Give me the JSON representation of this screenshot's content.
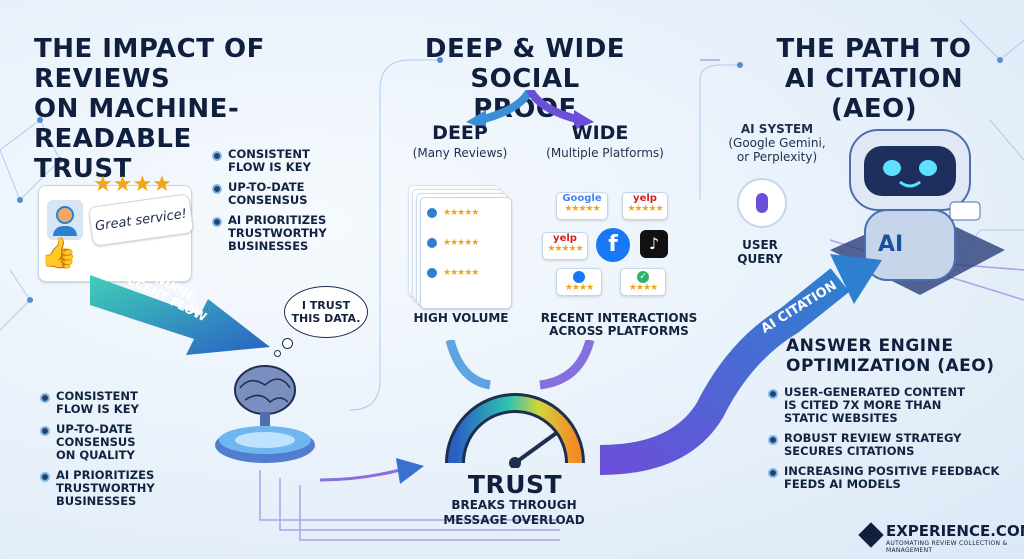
{
  "left": {
    "title_line1": "THE IMPACT OF REVIEWS",
    "title_line2": "ON MACHINE-READABLE",
    "title_line3": "TRUST",
    "review_bubble": "Great service!",
    "arrow_label_line1": "GENUINE,",
    "arrow_label_line2": "RECENT FLOW",
    "thought_line1": "I TRUST",
    "thought_line2": "THIS DATA.",
    "bullets_top": [
      {
        "l1": "CONSISTENT",
        "l2": "FLOW IS KEY",
        "l3": ""
      },
      {
        "l1": "UP-TO-DATE",
        "l2": "CONSENSUS",
        "l3": ""
      },
      {
        "l1": "AI PRIORITIZES",
        "l2": "TRUSTWORTHY",
        "l3": "BUSINESSES"
      }
    ],
    "bullets_bottom": [
      {
        "l1": "CONSISTENT",
        "l2": "FLOW IS KEY",
        "l3": ""
      },
      {
        "l1": "UP-TO-DATE",
        "l2": "CONSENSUS",
        "l3": "ON QUALITY"
      },
      {
        "l1": "AI PRIORITIZES",
        "l2": "TRUSTWORTHY",
        "l3": "BUSINESSES"
      }
    ]
  },
  "middle": {
    "title_line1": "DEEP & WIDE",
    "title_line2": "SOCIAL PROOF",
    "deep_label": "DEEP",
    "deep_sub": "(Many Reviews)",
    "wide_label": "WIDE",
    "wide_sub": "(Multiple Platforms)",
    "high_volume": "HIGH VOLUME",
    "recent_line1": "RECENT INTERACTIONS",
    "recent_line2": "ACROSS PLATFORMS",
    "platforms": [
      "Google",
      "yelp",
      "yelp",
      "f",
      "tiktok",
      "f",
      "check"
    ],
    "trust_label": "TRUST",
    "trust_sub_line1": "BREAKS THROUGH",
    "trust_sub_line2": "MESSAGE OVERLOAD",
    "gauge_level": 0.8
  },
  "right": {
    "title_line1": "THE PATH TO",
    "title_line2": "AI CITATION (AEO)",
    "ai_system_line1": "AI SYSTEM",
    "ai_system_line2": "(Google Gemini,",
    "ai_system_line3": "or Perplexity)",
    "user_query_line1": "USER",
    "user_query_line2": "QUERY",
    "robot_label": "AI",
    "citation_arrow": "AI CITATION",
    "aeo_title_line1": "ANSWER ENGINE",
    "aeo_title_line2": "OPTIMIZATION (AEO)",
    "aeo_bullets": [
      {
        "l1": "USER-GENERATED CONTENT",
        "l2": "IS CITED 7X MORE THAN",
        "l3": "STATIC WEBSITES"
      },
      {
        "l1": "ROBUST REVIEW STRATEGY",
        "l2": "SECURES CITATIONS",
        "l3": ""
      },
      {
        "l1": "INCREASING POSITIVE FEEDBACK",
        "l2": "FEEDS AI MODELS",
        "l3": ""
      }
    ],
    "brand_name": "EXPERIENCE.COM",
    "brand_tagline": "AUTOMATING REVIEW COLLECTION & MANAGEMENT"
  },
  "colors": {
    "navy": "#0f1f3d",
    "accent_blue": "#2f7fd0",
    "teal": "#2fc4b0",
    "star": "#f2a516",
    "purple": "#6b4fd8"
  }
}
